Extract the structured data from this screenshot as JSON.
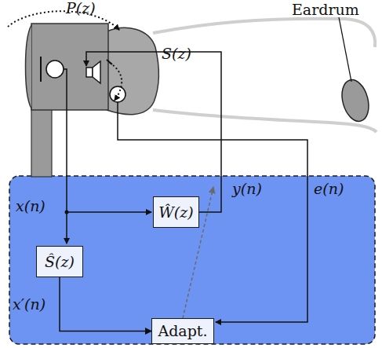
{
  "diagram": {
    "nodes": [
      {
        "text": [
          "Ŵ(z)"
        ]
      },
      {
        "text": [
          "Ŝ(z)"
        ]
      },
      {
        "text": [
          "Adapt."
        ]
      }
    ],
    "edges": [
      {
        "from": 1,
        "to": 2,
        "arrow": "to",
        "label": "x′(n)"
      },
      {
        "from": 2,
        "to": 0,
        "arrow": "to"
      }
    ],
    "labels": [
      "P(z)",
      "S(z)",
      "Eardrum",
      "x(n)",
      "y(n)",
      "e(n)"
    ]
  }
}
